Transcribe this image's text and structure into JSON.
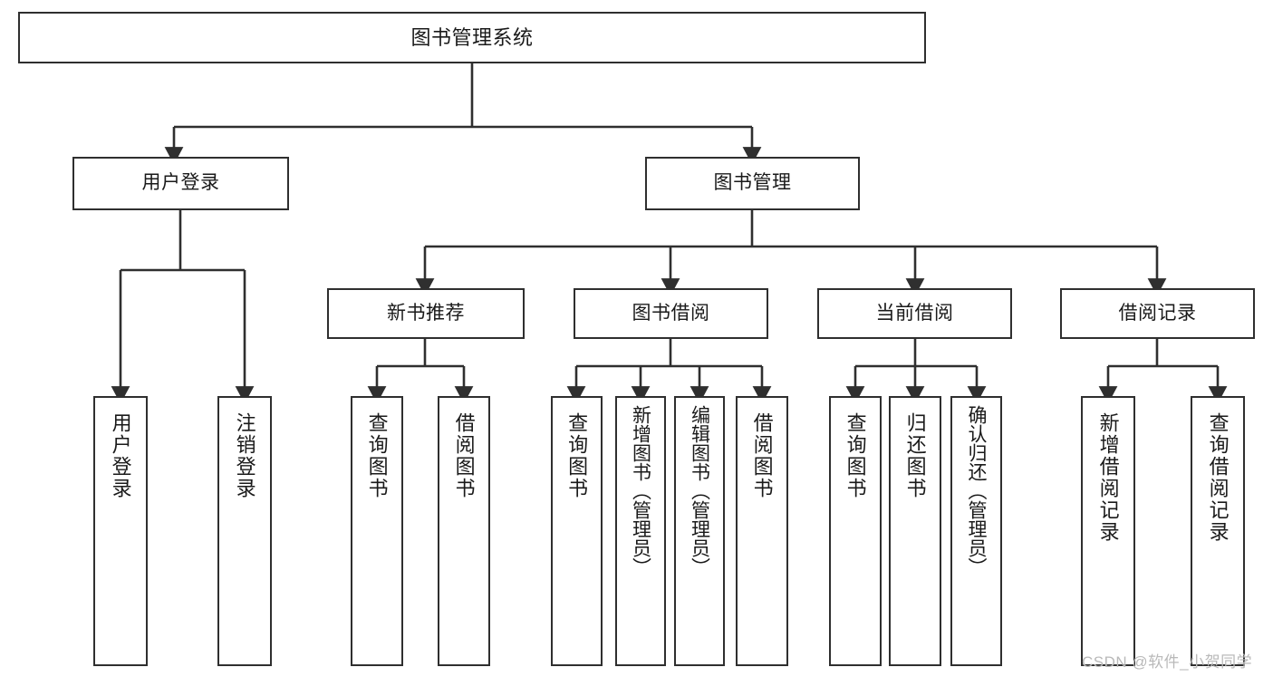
{
  "diagram": {
    "title": "图书管理系统",
    "type": "tree-hierarchy-chart",
    "background_color": "#ffffff",
    "line_color": "#2f2f2f",
    "box_border_color": "#2f2f2f",
    "levels": {
      "root": {
        "label": "图书管理系统"
      },
      "level2": [
        {
          "label": "用户登录"
        },
        {
          "label": "图书管理"
        }
      ],
      "level3": [
        {
          "label": "新书推荐"
        },
        {
          "label": "图书借阅"
        },
        {
          "label": "当前借阅"
        },
        {
          "label": "借阅记录"
        }
      ],
      "leaves": {
        "user_login": [
          {
            "label": "用户登录"
          },
          {
            "label": "注销登录"
          }
        ],
        "new_book_recommend": [
          {
            "label": "查询图书"
          },
          {
            "label": "借阅图书"
          }
        ],
        "book_borrow": [
          {
            "label": "查询图书"
          },
          {
            "label": "新增图书（管理员）"
          },
          {
            "label": "编辑图书（管理员）"
          },
          {
            "label": "借阅图书"
          }
        ],
        "current_borrow": [
          {
            "label": "查询图书"
          },
          {
            "label": "归还图书"
          },
          {
            "label": "确认归还（管理员）"
          }
        ],
        "borrow_records": [
          {
            "label": "新增借阅记录"
          },
          {
            "label": "查询借阅记录"
          }
        ]
      }
    }
  },
  "watermark": {
    "text": "CSDN @软件_小贺同学"
  }
}
